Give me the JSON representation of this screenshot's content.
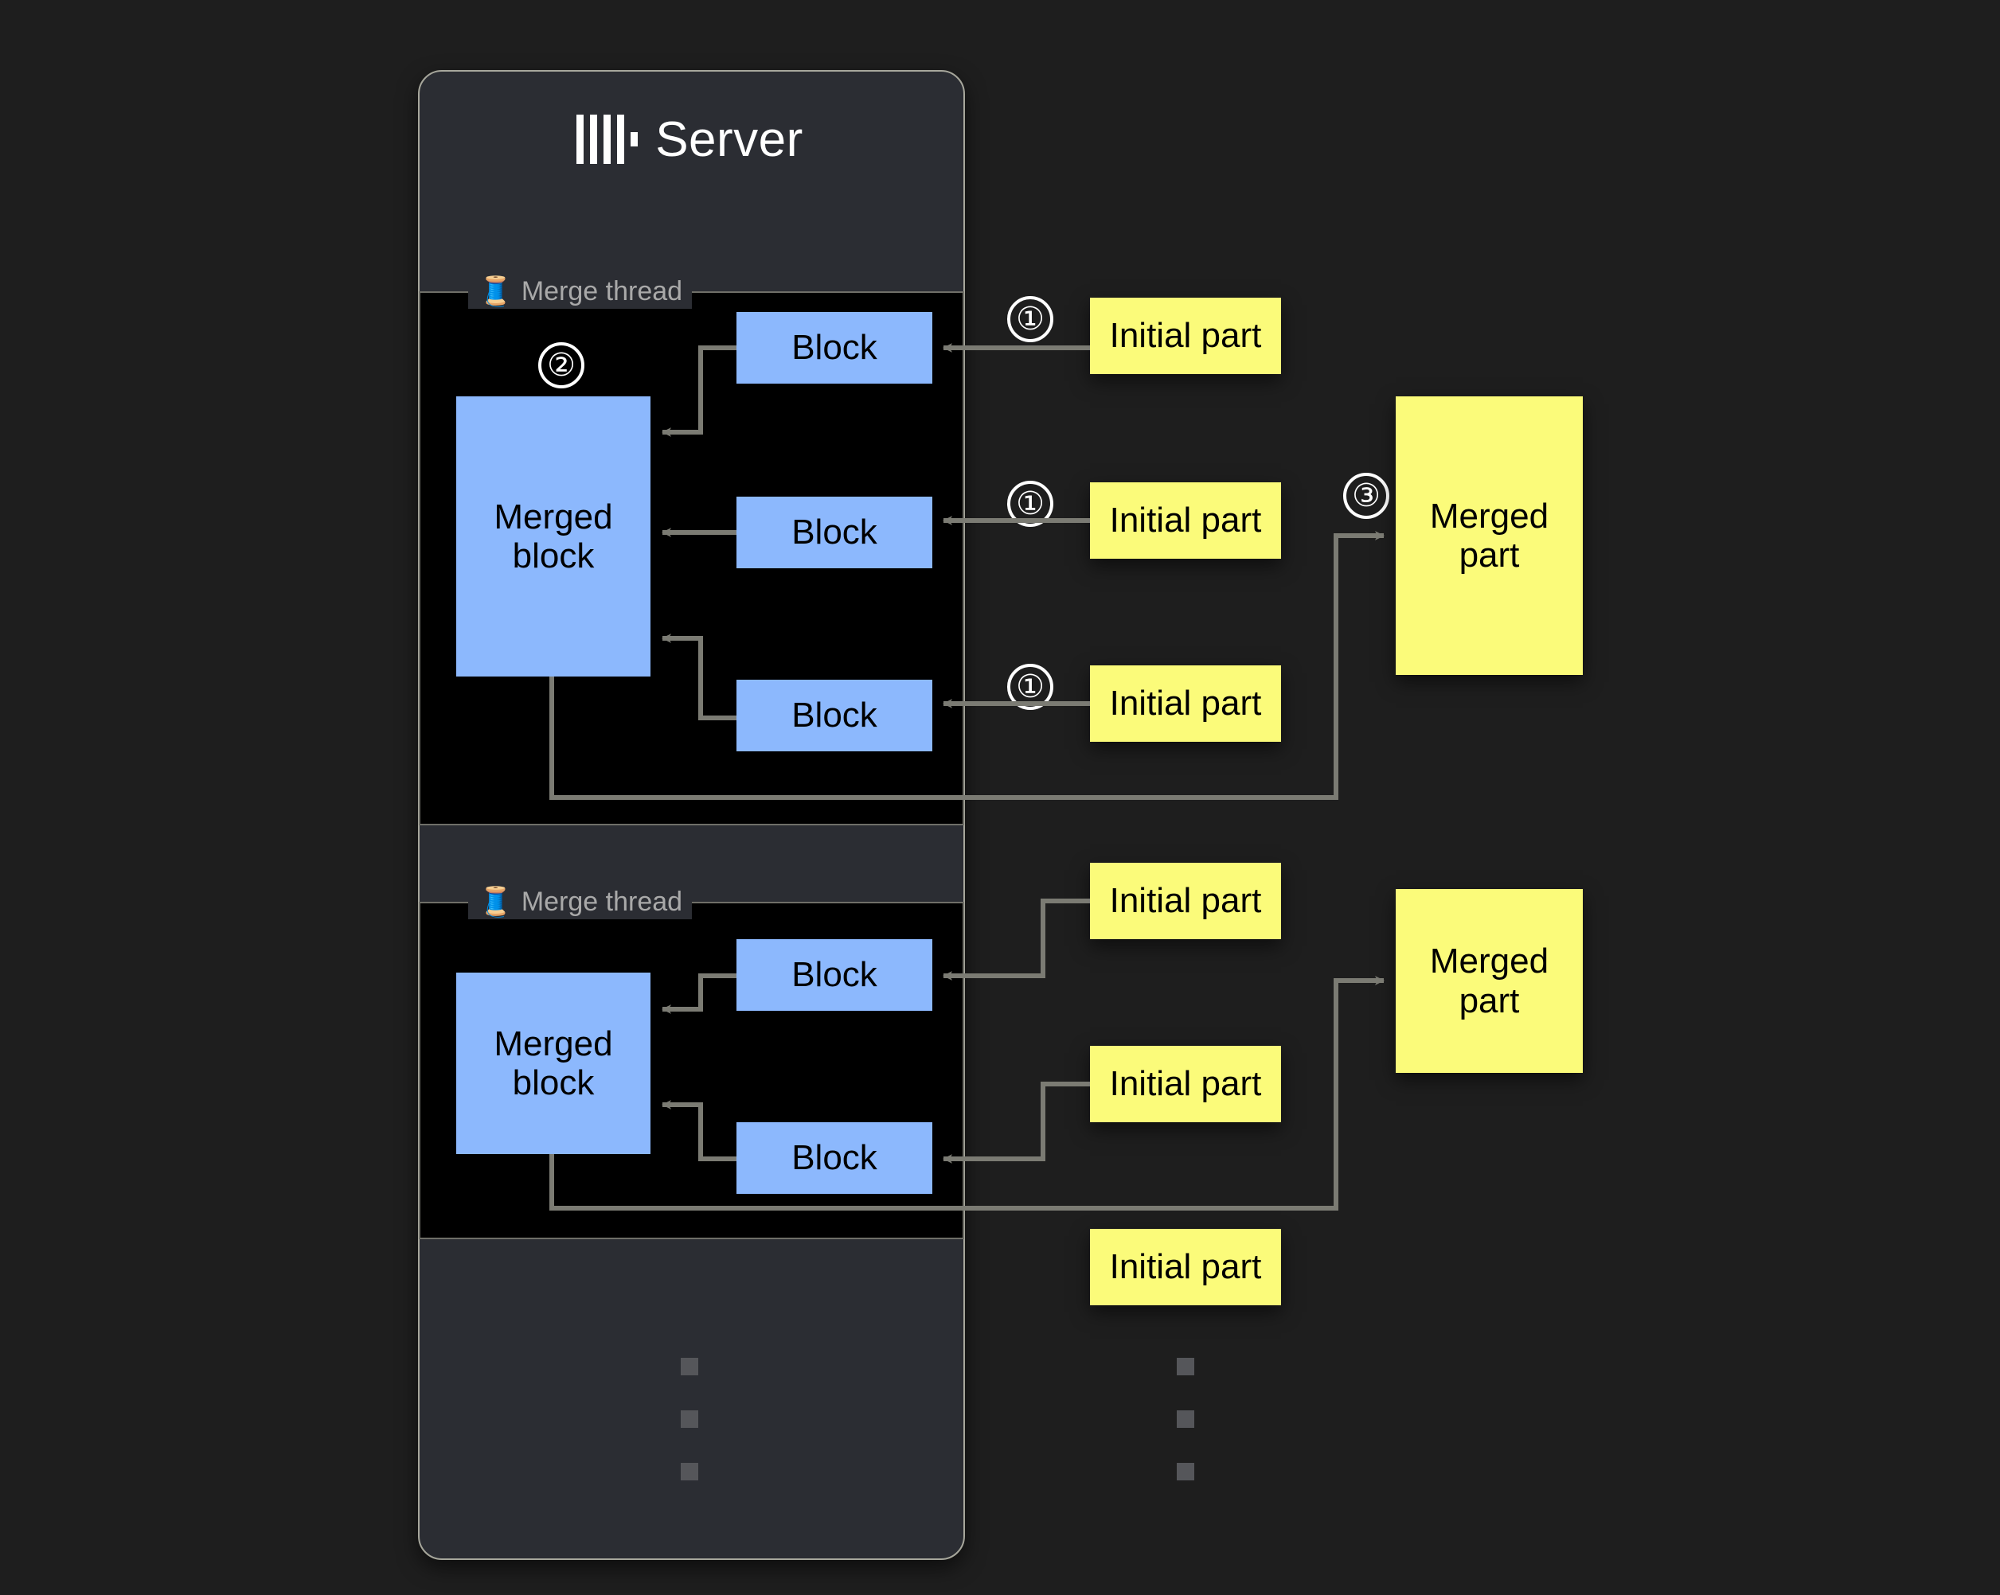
{
  "server": {
    "title": "Server",
    "logo_icon": "clickhouse-logo-icon"
  },
  "merge_threads": [
    {
      "label": "Merge thread",
      "icon": "thread-spool-icon",
      "merged_block_label": "Merged block",
      "blocks": [
        "Block",
        "Block",
        "Block"
      ]
    },
    {
      "label": "Merge thread",
      "icon": "thread-spool-icon",
      "merged_block_label": "Merged block",
      "blocks": [
        "Block",
        "Block"
      ]
    }
  ],
  "initial_parts": [
    "Initial part",
    "Initial part",
    "Initial part",
    "Initial part",
    "Initial part",
    "Initial part"
  ],
  "merged_parts": [
    "Merged part",
    "Merged part"
  ],
  "step_markers": {
    "one_a": "①",
    "one_b": "①",
    "one_c": "①",
    "two": "②",
    "three": "③"
  },
  "colors": {
    "background": "#1e1e1e",
    "card": "#2b2d33",
    "thread_fill": "#000000",
    "block_blue": "#8cb8fd",
    "part_yellow": "#fbfb7a",
    "arrow_gray": "#7b7b73",
    "border_gray": "#a7a79c",
    "label_gray": "#a9a9a9"
  },
  "ellipsis": {
    "server_column": "vertical-ellipsis",
    "parts_column": "vertical-ellipsis"
  }
}
